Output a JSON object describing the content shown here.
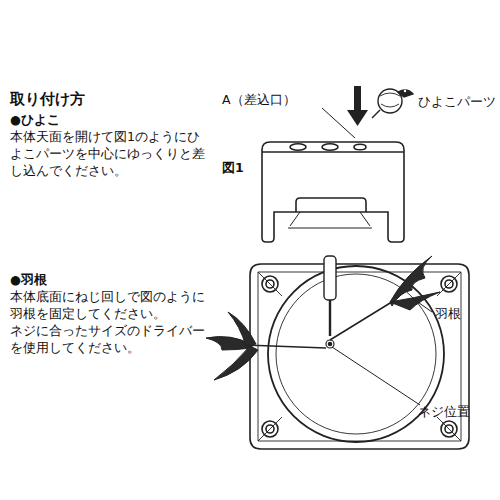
{
  "diagram": {
    "title": "取り付け方",
    "labels": [
      "●ひよこ",
      "本体天面を開けて図1のようにひよこパーツを中心にゆっくりと差し込んでください。",
      "A（差込口）",
      "ひよこパーツ",
      "図1",
      "●羽根",
      "本体底面にねじ回しで図のように羽根を固定してください。",
      "ネジに合ったサイズのドライバーを使用してください。",
      "羽根",
      "ネジ位置"
    ]
  }
}
